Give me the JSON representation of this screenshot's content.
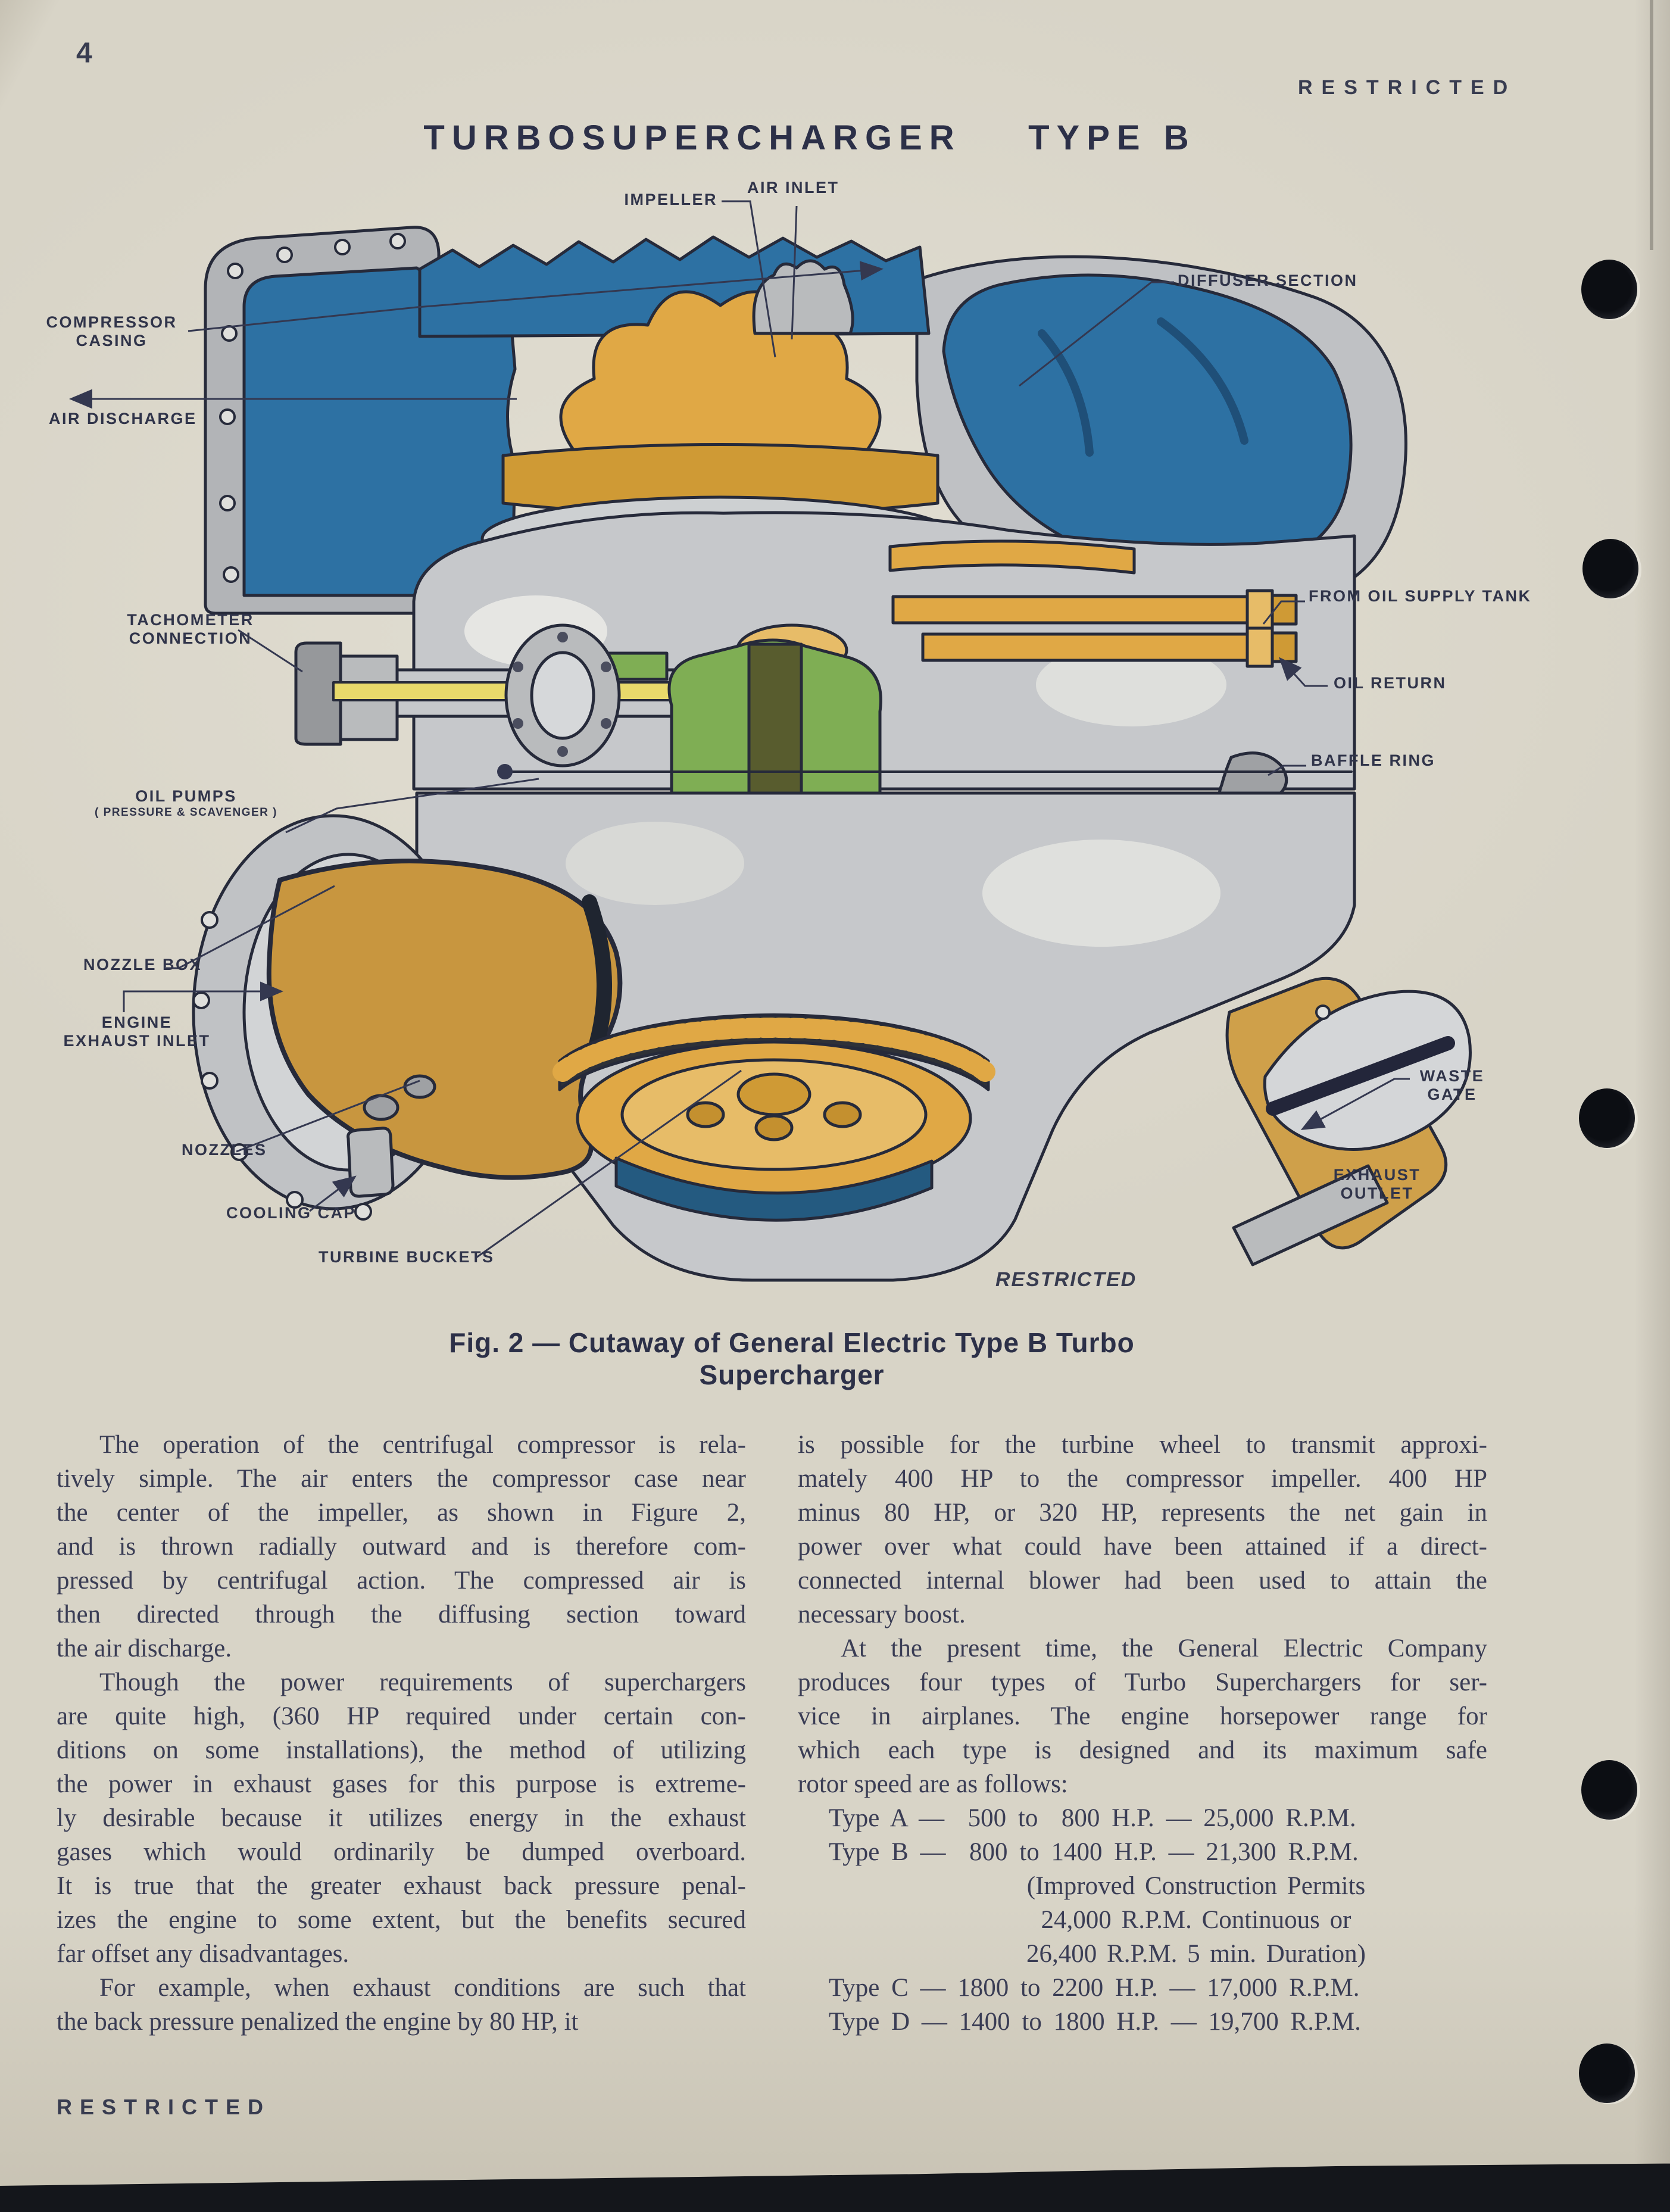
{
  "page": {
    "number": "4",
    "classification_top": "RESTRICTED",
    "classification_bottom": "RESTRICTED"
  },
  "figure": {
    "title": "TURBOSUPERCHARGER    TYPE B",
    "caption": "Fig. 2 — Cutaway of General Electric Type B Turbo Supercharger",
    "classification_note": "RESTRICTED",
    "labels": {
      "impeller": "IMPELLER",
      "air_inlet": "AIR INLET",
      "diffuser_section": "DIFFUSER SECTION",
      "compressor_casing": "COMPRESSOR CASING",
      "air_discharge": "AIR DISCHARGE",
      "tachometer_connection": "TACHOMETER CONNECTION",
      "from_oil_supply_tank": "FROM OIL SUPPLY TANK",
      "oil_return": "OIL RETURN",
      "baffle_ring": "BAFFLE RING",
      "oil_pumps": "OIL PUMPS",
      "oil_pumps_sub": "( PRESSURE & SCAVENGER )",
      "nozzle_box": "NOZZLE BOX",
      "engine_exhaust_inlet": "ENGINE EXHAUST INLET",
      "nozzles": "NOZZLES",
      "cooling_cap": "COOLING CAP",
      "turbine_buckets": "TURBINE BUCKETS",
      "waste_gate": "WASTE GATE",
      "exhaust_outlet": "EXHAUST OUTLET"
    }
  },
  "body": {
    "left_column": {
      "paragraphs": [
        {
          "indent": true,
          "lines": [
            "The operation of the centrifugal compressor is rela-",
            "tively simple. The air enters the compressor case near",
            "the center of the impeller, as shown in Figure 2,",
            "and is thrown radially outward and is therefore com-",
            "pressed by centrifugal action. The compressed air is",
            "then directed through the diffusing section toward",
            "the air discharge."
          ]
        },
        {
          "indent": true,
          "lines": [
            "Though the power requirements of superchargers",
            "are quite high, (360 HP required under certain con-",
            "ditions on some installations), the method of utilizing",
            "the power in exhaust gases for this purpose is extreme-",
            "ly desirable because it utilizes energy in the exhaust",
            "gases which would ordinarily be dumped overboard.",
            "It is true that the greater exhaust back pressure penal-",
            "izes the engine to some extent, but the benefits secured",
            "far offset any disadvantages."
          ]
        },
        {
          "indent": true,
          "lines": [
            "For example, when exhaust conditions are such that",
            "the back pressure penalized the engine by 80 HP, it"
          ]
        }
      ]
    },
    "right_column": {
      "paragraphs": [
        {
          "indent": false,
          "lines": [
            "is possible for the turbine wheel to transmit approxi-",
            "mately 400 HP to the compressor impeller. 400 HP",
            "minus 80 HP, or 320 HP, represents the net gain in",
            "power over what could have been attained if a direct-",
            "connected internal blower had been used to attain the",
            "necessary boost."
          ]
        },
        {
          "indent": true,
          "lines": [
            "At the present time, the General Electric Company",
            "produces four types of Turbo Superchargers for ser-",
            "vice in airplanes. The engine horsepower range for",
            "which each type is designed and its maximum safe",
            "rotor speed are as follows:"
          ]
        }
      ],
      "spec_lines": [
        {
          "text": "Type A —  500 to  800 H.P. — 25,000 R.P.M.",
          "align": "left"
        },
        {
          "text": "Type B —  800 to 1400 H.P. — 21,300 R.P.M.",
          "align": "left"
        },
        {
          "text": "(Improved Construction Permits",
          "align": "center"
        },
        {
          "text": "24,000 R.P.M. Continuous or",
          "align": "center"
        },
        {
          "text": "26,400 R.P.M. 5 min. Duration)",
          "align": "center"
        },
        {
          "text": "Type C — 1800 to 2200 H.P. — 17,000 R.P.M.",
          "align": "left"
        },
        {
          "text": "Type D — 1400 to 1800 H.P. — 19,700 R.P.M.",
          "align": "left"
        }
      ]
    }
  },
  "colors": {
    "paper": "#d8d4c7",
    "ink": "#343850",
    "blue": "#2d71a3",
    "blue_dark": "#245a80",
    "gold": "#e0a845",
    "gold_light": "#e7bc68",
    "gold_dark": "#c4902f",
    "tan": "#c8963f",
    "green": "#7fae54",
    "olive": "#585c2e",
    "yellow": "#e8d96b",
    "gray": "#c6c8cb",
    "gray_dark": "#9fa1a4",
    "outline": "#262a3a"
  }
}
